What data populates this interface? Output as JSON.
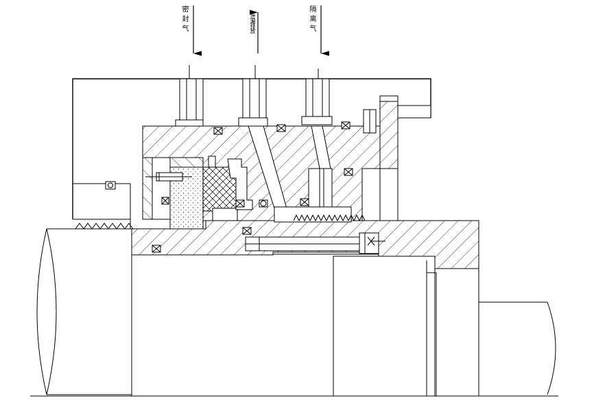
{
  "labels": {
    "seal_gas": "密封气",
    "vent": "泄漏排放",
    "isolation_gas": "隔离气"
  },
  "colors": {
    "line": "#000000",
    "background": "#ffffff"
  }
}
